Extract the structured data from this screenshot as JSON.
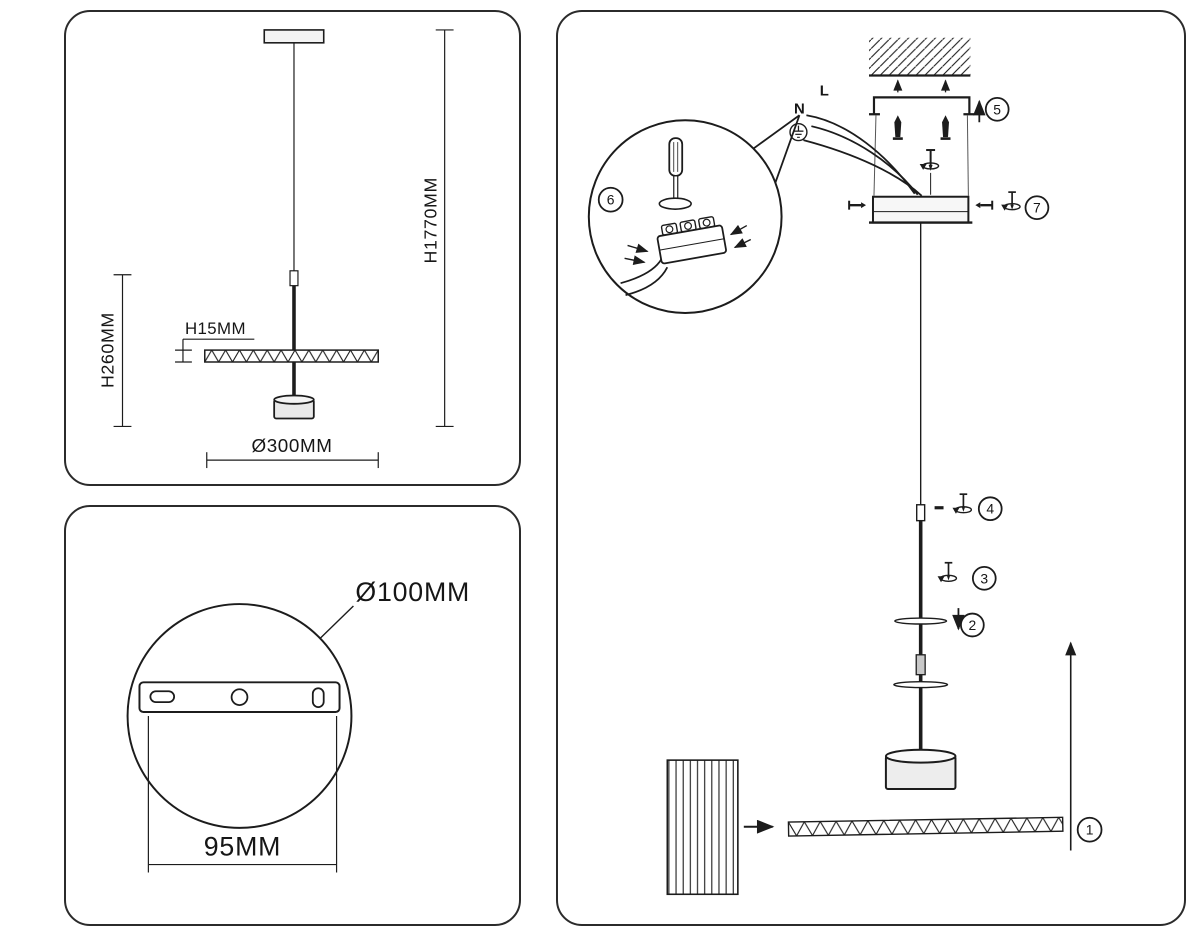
{
  "dimension_panel": {
    "total_height": "H1770MM",
    "fixture_height": "H260MM",
    "disc_thickness": "H15MM",
    "shade_diameter": "Ø300MM"
  },
  "canopy_panel": {
    "canopy_diameter": "Ø100MM",
    "mount_width": "95MM"
  },
  "install_panel": {
    "wire_live_label": "L",
    "wire_neutral_label": "N",
    "steps": {
      "s1": "1",
      "s2": "2",
      "s3": "3",
      "s4": "4",
      "s5": "5",
      "s6": "6",
      "s7": "7"
    }
  }
}
